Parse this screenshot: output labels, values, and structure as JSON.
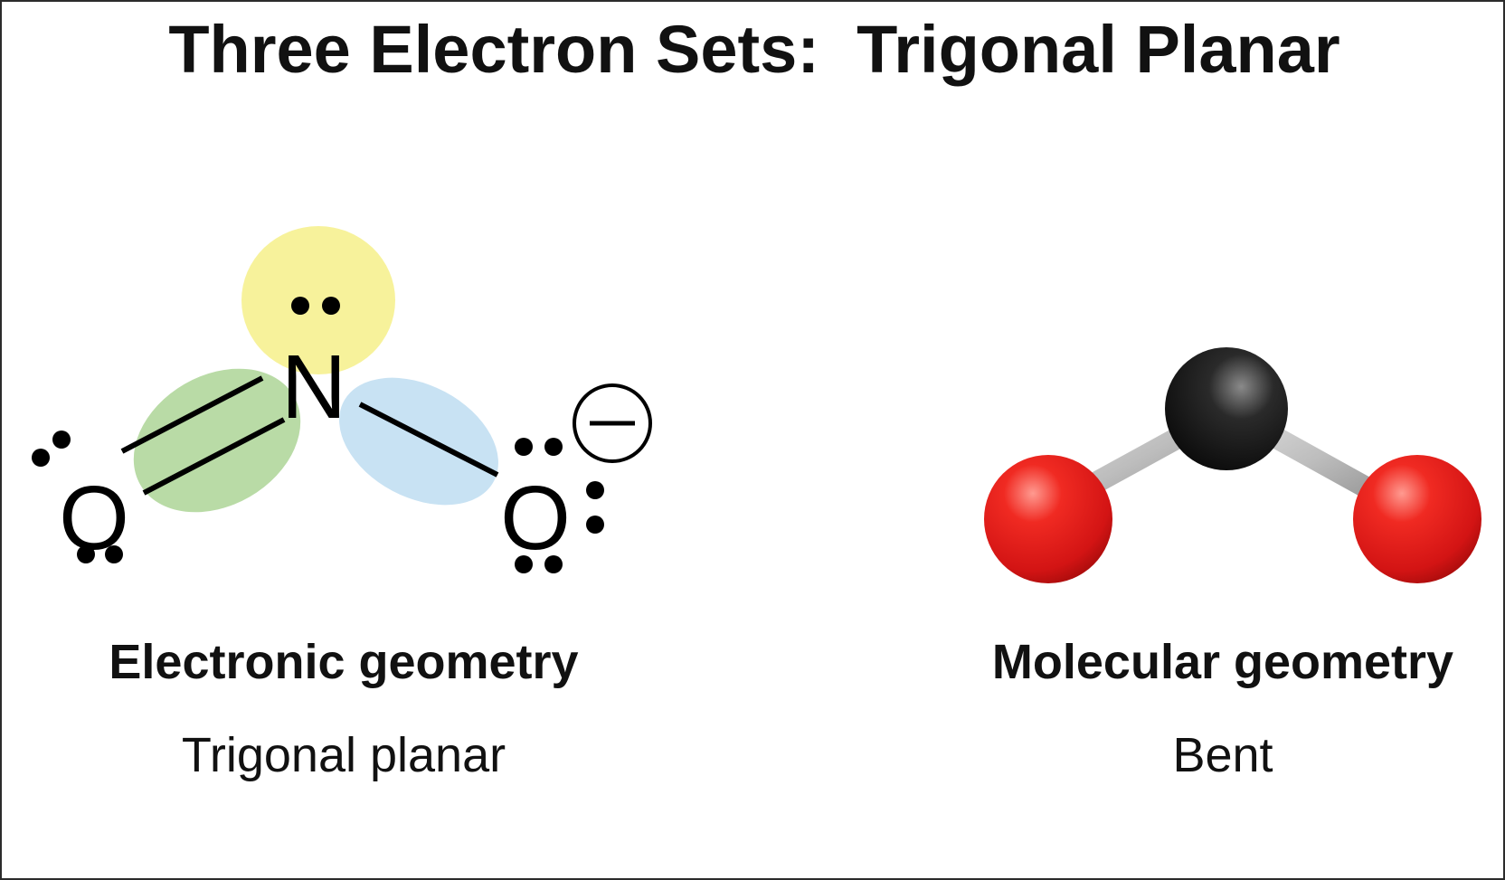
{
  "title": "Three Electron Sets:  Trigonal Planar",
  "left_panel": {
    "heading": "Electronic geometry",
    "value": "Trigonal planar",
    "atoms": {
      "center": "N",
      "left": "O",
      "right": "O"
    },
    "charge_symbol": "−",
    "region_colors": {
      "lone_pair": "#f7f29b",
      "double_bond": "#b9dba6",
      "single_bond": "#c8e2f3"
    }
  },
  "right_panel": {
    "heading": "Molecular geometry",
    "value": "Bent",
    "atom_colors": {
      "center": "#1a1a1a",
      "outer": "#e01818",
      "bond": "#b4b4b4"
    }
  }
}
